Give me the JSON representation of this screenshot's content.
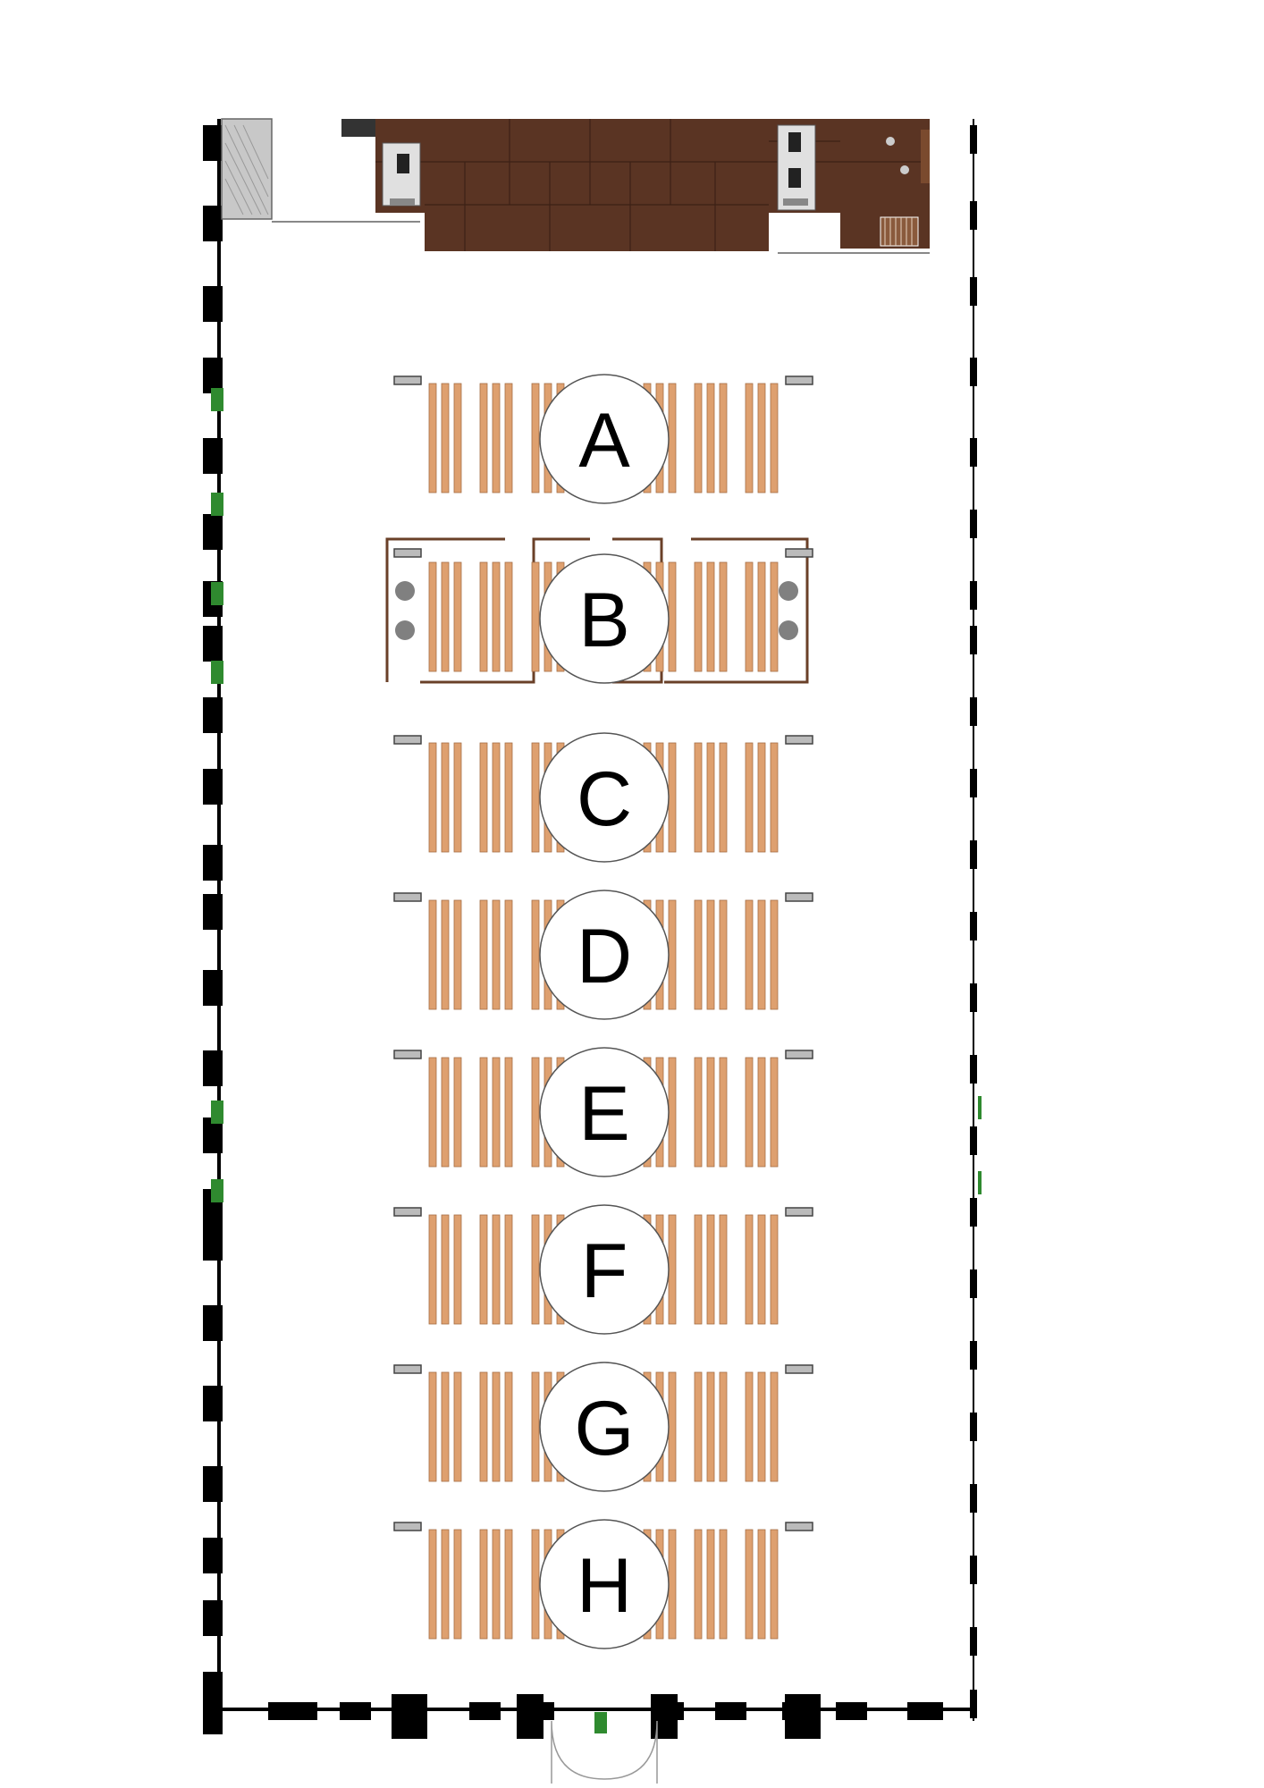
{
  "colors": {
    "wall": "#000000",
    "stage": "#5a3423",
    "stage_grid": "#3c2116",
    "bench": "#dea06f",
    "bench_edge": "#a56e45",
    "exit_sign": "#2f8a2f",
    "column": "#808080",
    "label_circle_fill": "#ffffff",
    "label_circle_stroke": "#555555"
  },
  "icons": {
    "exit": "exit-sign-icon",
    "speaker": "speaker-icon",
    "table": "desk-icon",
    "column": "column-icon"
  },
  "zones": [
    {
      "label": "A"
    },
    {
      "label": "B"
    },
    {
      "label": "C"
    },
    {
      "label": "D"
    },
    {
      "label": "E"
    },
    {
      "label": "F"
    },
    {
      "label": "G"
    },
    {
      "label": "H"
    }
  ]
}
